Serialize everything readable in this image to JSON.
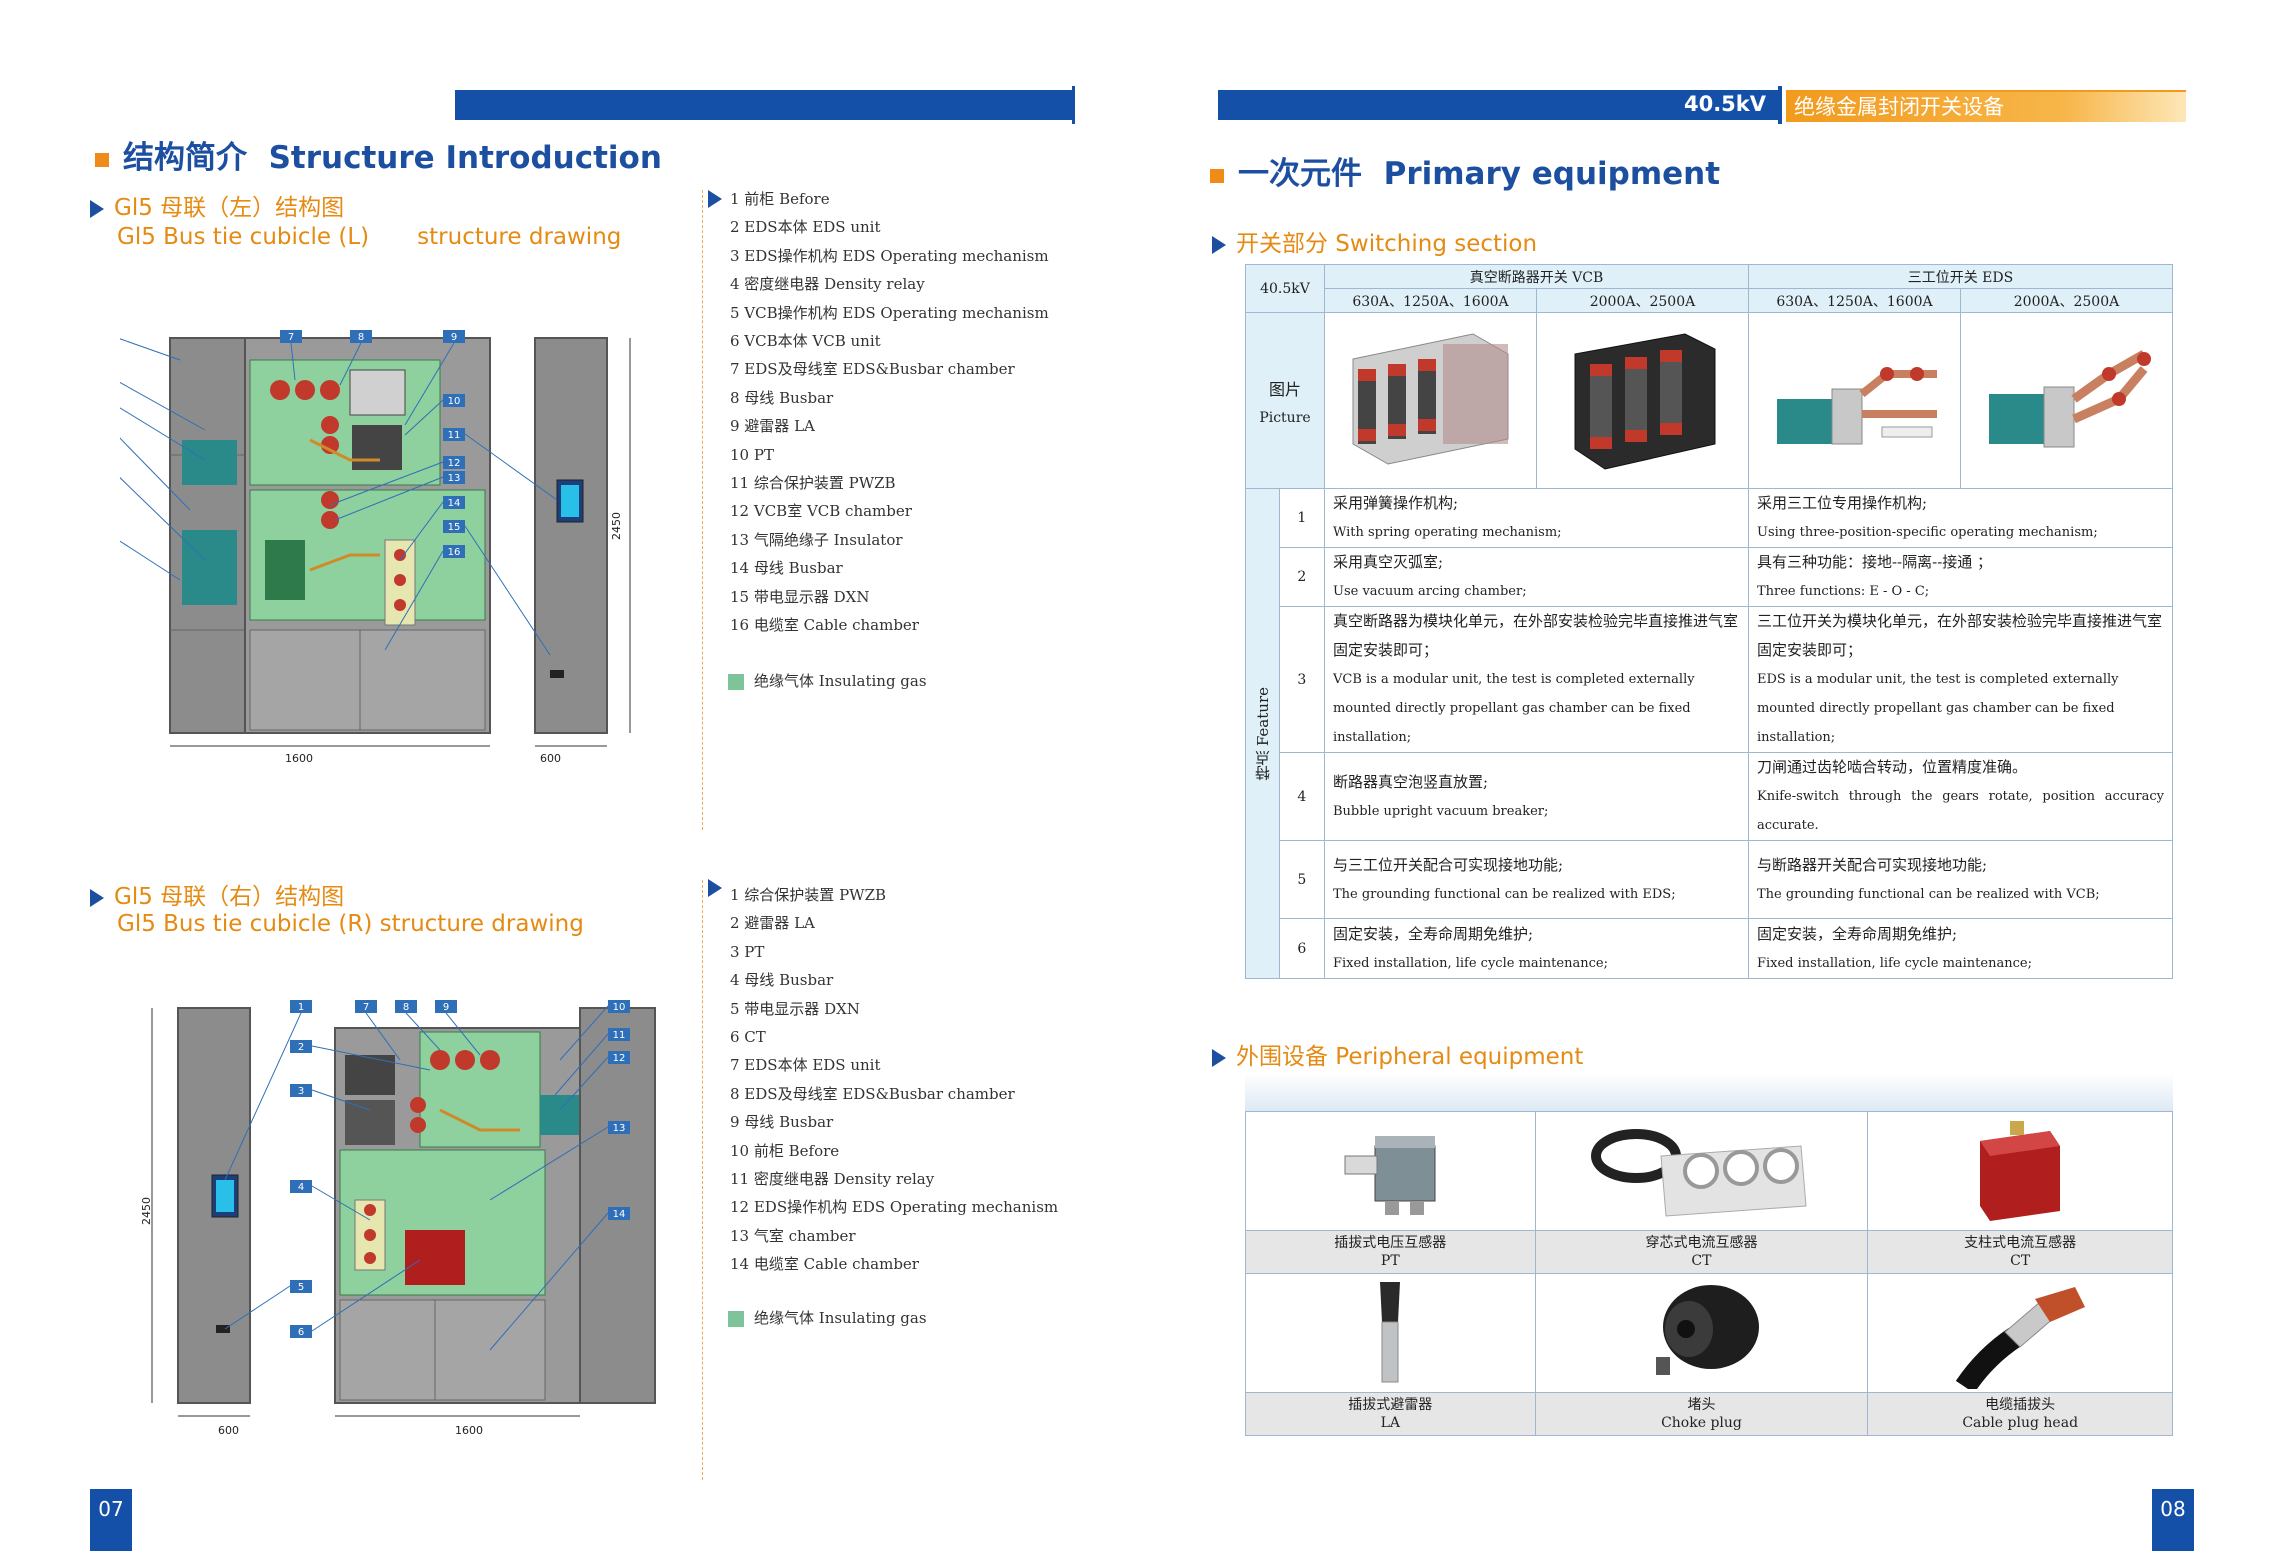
{
  "left": {
    "section_title_cn": "结构简介",
    "section_title_en": "Structure Introduction",
    "drawing_l": {
      "title_cn_prefix": "Gl5 母联（",
      "title_cn_side": "左",
      "title_cn_suffix": "）结构图",
      "title_en": "Gl5 Bus tie cubicle (L)",
      "title_en2": "structure drawing",
      "dim_width": "1600",
      "dim_side": "600",
      "dim_height": "2450",
      "items": [
        "1 前柜 Before",
        "2 EDS本体 EDS unit",
        "3 EDS操作机构 EDS Operating mechanism",
        "4 密度继电器 Density relay",
        "5 VCB操作机构 EDS Operating mechanism",
        "6 VCB本体 VCB unit",
        "7 EDS及母线室 EDS&Busbar chamber",
        "8 母线 Busbar",
        "9 避雷器 LA",
        "10 PT",
        "11 综合保护装置 PWZB",
        "12 VCB室 VCB chamber",
        "13 气隔绝缘子 Insulator",
        "14 母线 Busbar",
        "15 带电显示器 DXN",
        "16 电缆室 Cable chamber"
      ],
      "gas": "绝缘气体 Insulating gas"
    },
    "drawing_r": {
      "title_cn_prefix": "Gl5 母联（",
      "title_cn_side": "右",
      "title_cn_suffix": "）结构图",
      "title_en": "Gl5 Bus tie cubicle (R) structure drawing",
      "dim_width": "1600",
      "dim_side": "600",
      "dim_height": "2450",
      "items": [
        "1 综合保护装置 PWZB",
        "2 避雷器 LA",
        "3 PT",
        "4 母线 Busbar",
        "5 带电显示器 DXN",
        "6 CT",
        "7 EDS本体 EDS unit",
        "8 EDS及母线室 EDS&Busbar chamber",
        "9 母线 Busbar",
        "10 前柜 Before",
        "11 密度继电器 Density relay",
        "12 EDS操作机构 EDS Operating mechanism",
        "13 气室 chamber",
        "14 电缆室 Cable chamber"
      ],
      "gas": "绝缘气体 Insulating gas"
    },
    "page_number": "07"
  },
  "right": {
    "header_voltage": "40.5kV",
    "header_title": "绝缘金属封闭开关设备",
    "section_title_cn": "一次元件",
    "section_title_en": "Primary equipment",
    "switching": {
      "title": "开关部分 Switching section",
      "corner": "40.5kV",
      "vcb_header": "真空断路器开关  VCB",
      "eds_header": "三工位开关  EDS",
      "ratings": [
        "630A、1250A、1600A",
        "2000A、2500A",
        "630A、1250A、1600A",
        "2000A、2500A"
      ],
      "picture_cn": "图片",
      "picture_en": "Picture",
      "feature_label": "特点 Feature",
      "features": [
        {
          "n": "1",
          "vcb_cn": "采用弹簧操作机构;",
          "vcb_en": "With spring operating mechanism;",
          "eds_cn": "采用三工位专用操作机构;",
          "eds_en": "Using three-position-specific operating mechanism;"
        },
        {
          "n": "2",
          "vcb_cn": "采用真空灭弧室;",
          "vcb_en": "Use vacuum arcing chamber;",
          "eds_cn": "具有三种功能：接地--隔离--接通 ；",
          "eds_en": "Three functions: E - O - C;"
        },
        {
          "n": "3",
          "vcb_cn": "真空断路器为模块化单元，在外部安装检验完毕直接推进气室固定安装即可；",
          "vcb_en": "VCB is a modular unit, the test is completed externally mounted directly propellant gas chamber can be fixed installation;",
          "eds_cn": "三工位开关为模块化单元，在外部安装检验完毕直接推进气室固定安装即可；",
          "eds_en": "EDS is a modular unit, the test is completed externally mounted directly propellant gas chamber can be fixed installation;"
        },
        {
          "n": "4",
          "vcb_cn": "断路器真空泡竖直放置;",
          "vcb_en": "Bubble upright vacuum breaker;",
          "eds_cn": "刀闸通过齿轮啮合转动，位置精度准确。",
          "eds_en": "Knife-switch   through   the   gears   rotate,   position   accuracy accurate."
        },
        {
          "n": "5",
          "vcb_cn": "与三工位开关配合可实现接地功能;",
          "vcb_en": "The grounding functional    can be realized    with EDS;",
          "eds_cn": "与断路器开关配合可实现接地功能;",
          "eds_en": "The grounding functional    can be realized    with VCB;"
        },
        {
          "n": "6",
          "vcb_cn": "固定安装，全寿命周期免维护;",
          "vcb_en": "Fixed installation, life cycle maintenance;",
          "eds_cn": "固定安装，全寿命周期免维护;",
          "eds_en": "Fixed installation, life cycle maintenance;"
        }
      ]
    },
    "peripheral": {
      "title": "外围设备 Peripheral equipment",
      "items": [
        {
          "cn": "插拔式电压互感器",
          "en": "PT",
          "icon": "pt-icon"
        },
        {
          "cn": "穿芯式电流互感器",
          "en": "CT",
          "icon": "ring-ct-icon"
        },
        {
          "cn": "支柱式电流互感器",
          "en": "CT",
          "icon": "post-ct-icon"
        },
        {
          "cn": "插拔式避雷器",
          "en": "LA",
          "icon": "arrester-icon"
        },
        {
          "cn": "堵头",
          "en": "Choke plug",
          "icon": "choke-plug-icon"
        },
        {
          "cn": "电缆插拔头",
          "en": "Cable plug head",
          "icon": "cable-plug-icon"
        }
      ]
    },
    "page_number": "08"
  }
}
